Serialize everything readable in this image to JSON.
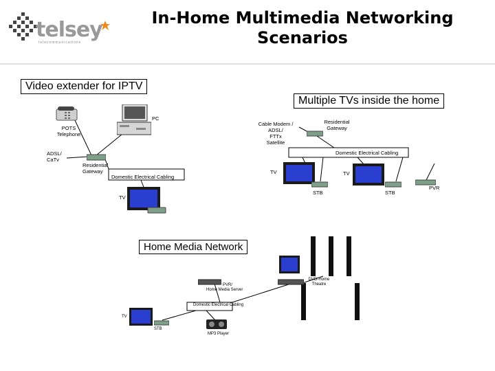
{
  "title": {
    "line1": "In-Home Multimedia Networking",
    "line2": "Scenarios"
  },
  "logo": {
    "name": "telsey",
    "tagline": "telecommunications"
  },
  "boxes": {
    "video_extender": "Video extender for IPTV",
    "multiple_tvs": "Multiple TVs inside the home",
    "home_media": "Home Media Network"
  },
  "labels": {
    "pc": "PC",
    "pots_1": "POTS",
    "pots_2": "Telephone",
    "adsl_1": "ADSL/",
    "adsl_2": "CaTv",
    "res_gw_left_1": "Residential",
    "res_gw_left_2": "Gateway",
    "dec_left": "Domestic Electrical Cabling",
    "tv_left": "TV",
    "cable_modem_1": "Cable Modem /",
    "cable_modem_2": "ADSL/",
    "cable_modem_3": "FTTx",
    "cable_modem_4": "Satellite",
    "res_gw_right_1": "Residential",
    "res_gw_right_2": "Gateway",
    "dec_right": "Domestic Electrical Cabling",
    "tv_right_1": "TV",
    "tv_right_2": "TV",
    "stb_1": "STB",
    "stb_2": "STB",
    "pvr": "PVR",
    "pvr_hms_1": "PVR/",
    "pvr_hms_2": "Home Media Server",
    "dvd_1": "DVD-Home",
    "dvd_2": "Theatre",
    "dec_bottom": "Domestic Electrical Cabling",
    "tv_bottom": "TV",
    "stb_bottom": "STB",
    "mp3": "MP3 Player"
  },
  "colors": {
    "logo_orange": "#f08a1c",
    "screen_blue": "#2a3fd0",
    "device_green": "#6a9a70"
  }
}
